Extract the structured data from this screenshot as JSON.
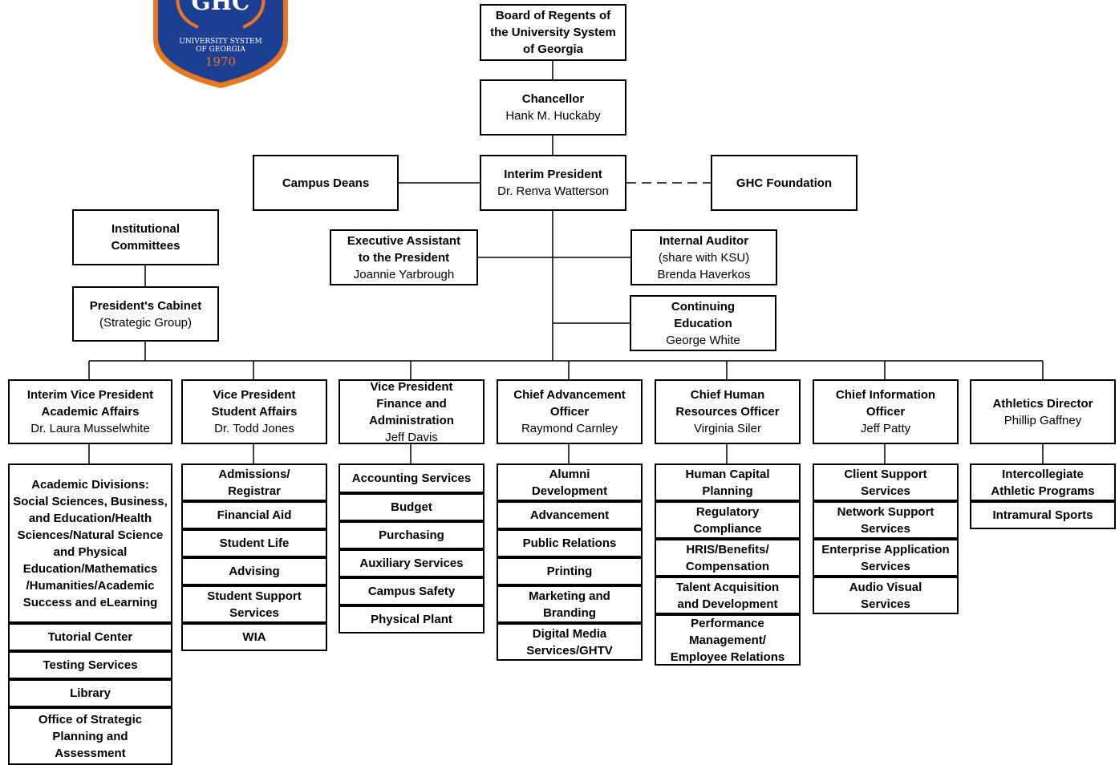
{
  "logo": {
    "monogram": "GHC",
    "line1": "UNIVERSITY SYSTEM",
    "line2": "OF GEORGIA",
    "year": "1970",
    "colors": {
      "shield": "#1c3f94",
      "trim": "#e87722",
      "text": "#ffffff"
    }
  },
  "boxes": {
    "board": {
      "title": "Board of Regents of the University System of Georgia"
    },
    "chancellor": {
      "title": "Chancellor",
      "name": "Hank M. Huckaby"
    },
    "president": {
      "title": "Interim President",
      "name": "Dr. Renva Watterson"
    },
    "deans": {
      "title": "Campus Deans"
    },
    "foundation": {
      "title": "GHC Foundation"
    },
    "committees": {
      "title": "Institutional Committees"
    },
    "cabinet": {
      "title": "President's Cabinet",
      "name": "(Strategic Group)"
    },
    "exec_assistant": {
      "title": "Executive Assistant to the President",
      "name": "Joannie Yarbrough"
    },
    "auditor": {
      "title": "Internal Auditor",
      "name": "(share with KSU)",
      "name2": "Brenda Haverkos"
    },
    "continuing_ed": {
      "title": "Continuing Education",
      "name": "George White"
    }
  },
  "departments": [
    {
      "title": "Interim Vice President Academic Affairs",
      "name": "Dr. Laura Musselwhite",
      "items": [
        "Academic Divisions: Social Sciences, Business, and Education/Health Sciences/Natural Science and Physical Education/Mathematics /Humanities/Academic Success and eLearning",
        "Tutorial Center",
        "Testing Services",
        "Library",
        "Office of Strategic Planning and Assessment"
      ]
    },
    {
      "title": "Vice President Student Affairs",
      "name": "Dr. Todd Jones",
      "items": [
        "Admissions/ Registrar",
        "Financial Aid",
        "Student Life",
        "Advising",
        "Student Support Services",
        "WIA"
      ]
    },
    {
      "title": "Vice President Finance and Administration",
      "name": "Jeff Davis",
      "items": [
        "Accounting Services",
        "Budget",
        "Purchasing",
        "Auxiliary Services",
        "Campus Safety",
        "Physical Plant"
      ]
    },
    {
      "title": "Chief Advancement Officer",
      "name": "Raymond Carnley",
      "items": [
        "Alumni Development",
        "Advancement",
        "Public Relations",
        "Printing",
        "Marketing and Branding",
        "Digital Media Services/GHTV"
      ]
    },
    {
      "title": "Chief Human Resources Officer",
      "name": "Virginia Siler",
      "items": [
        "Human Capital Planning",
        "Regulatory Compliance",
        "HRIS/Benefits/ Compensation",
        "Talent Acquisition and Development",
        "Performance Management/ Employee Relations"
      ]
    },
    {
      "title": "Chief Information Officer",
      "name": "Jeff Patty",
      "items": [
        "Client Support Services",
        "Network Support Services",
        "Enterprise Application Services",
        "Audio Visual Services"
      ]
    },
    {
      "title": "Athletics Director",
      "name": "Phillip Gaffney",
      "items": [
        "Intercollegiate Athletic Programs",
        "Intramural Sports"
      ]
    }
  ]
}
